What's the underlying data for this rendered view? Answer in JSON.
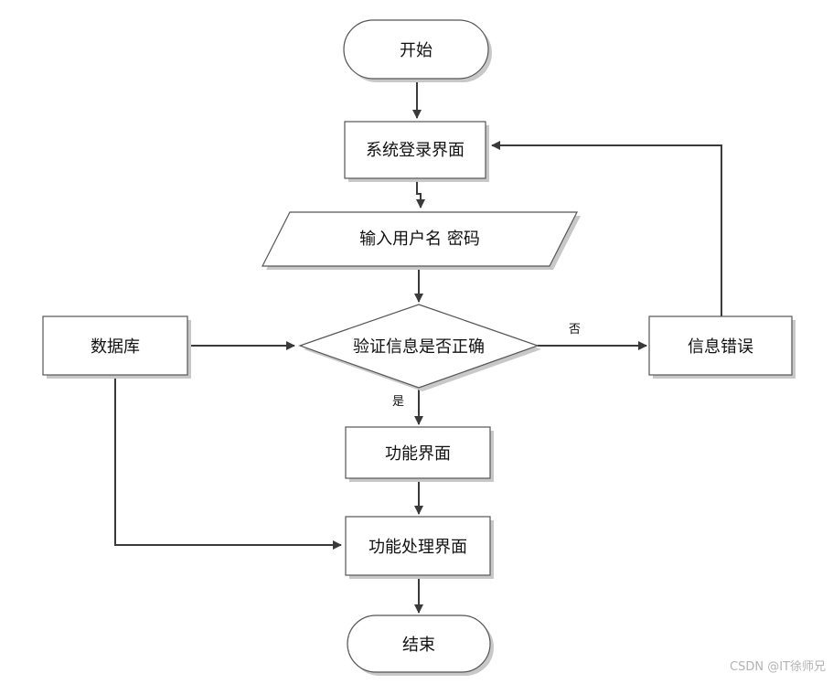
{
  "nodes": {
    "start": "开始",
    "login": "系统登录界面",
    "input": "输入用户名 密码",
    "verify": "验证信息是否正确",
    "database": "数据库",
    "error": "信息错误",
    "function": "功能界面",
    "process": "功能处理界面",
    "end": "结束"
  },
  "edges": {
    "no_label": "否",
    "yes_label": "是"
  },
  "watermark": "CSDN @IT徐师兄",
  "colors": {
    "stroke": "#555555",
    "edge": "#3a3a3a",
    "shadow": "#c8c8c8"
  }
}
